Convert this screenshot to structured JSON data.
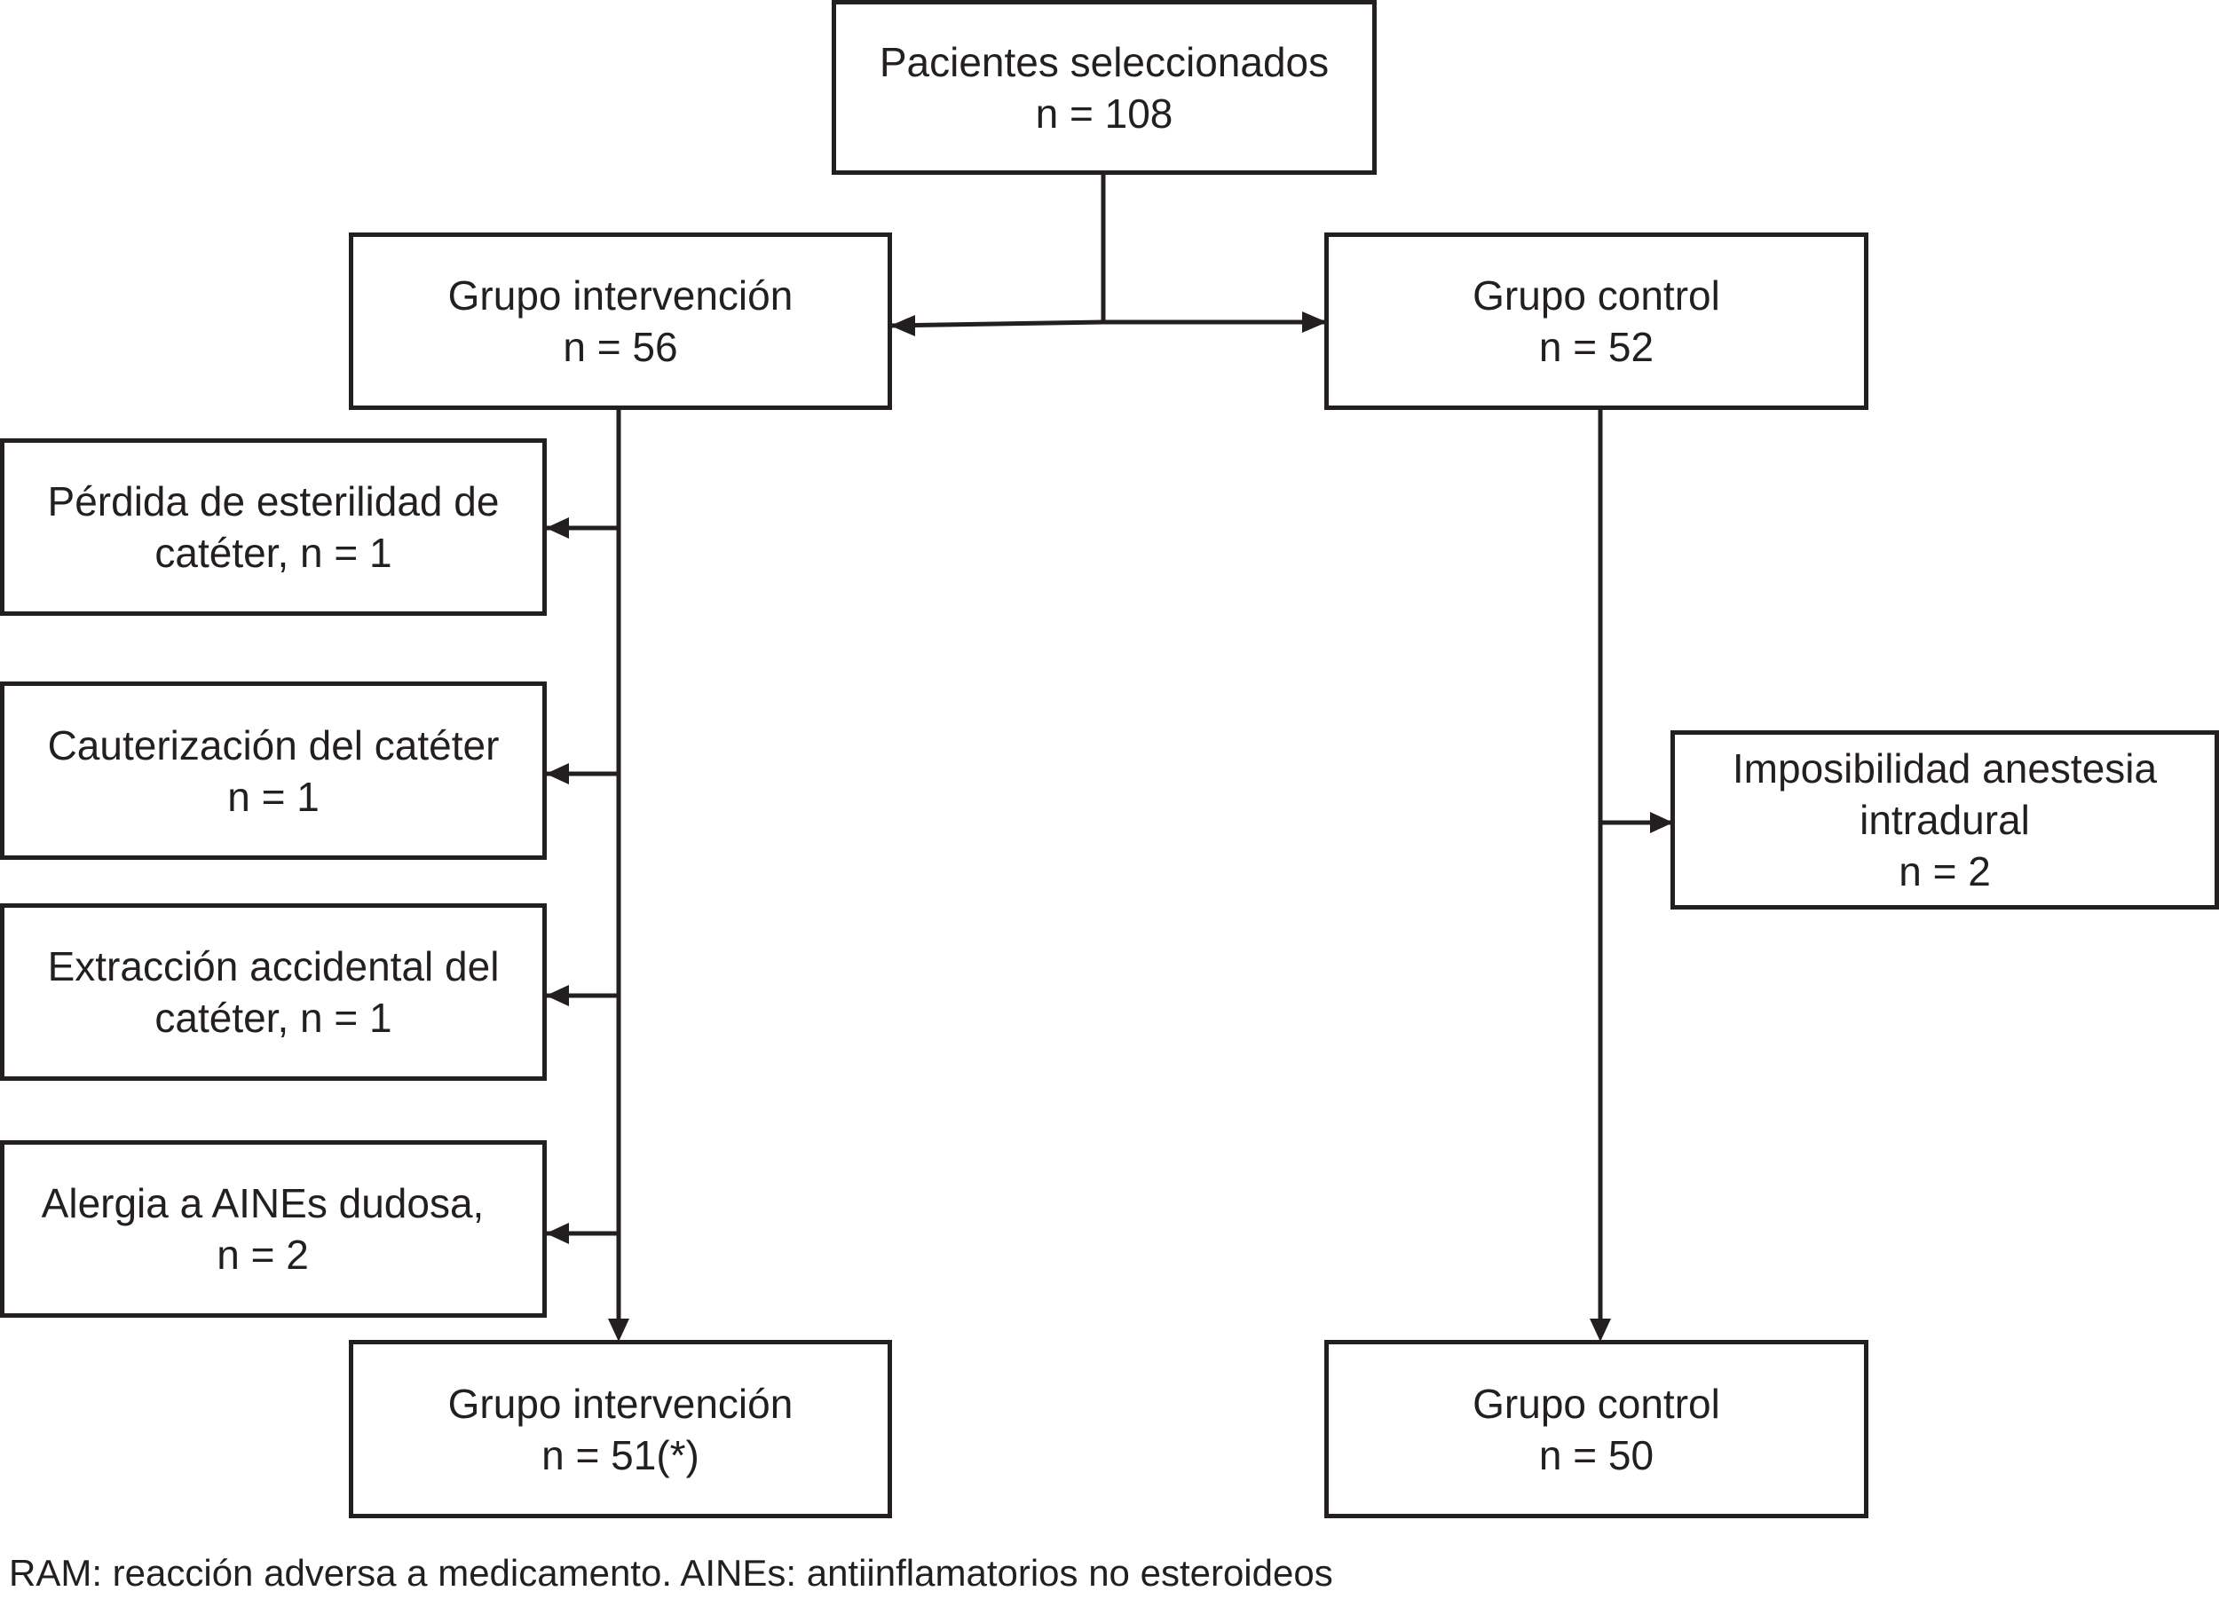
{
  "nodes": {
    "selected": {
      "lines": [
        "Pacientes seleccionados",
        "n = 108"
      ]
    },
    "intervention": {
      "lines": [
        "Grupo intervención",
        "n = 56"
      ]
    },
    "control": {
      "lines": [
        "Grupo control",
        "n = 52"
      ]
    },
    "excl_sterility": {
      "lines": [
        "Pérdida de esterilidad de",
        "catéter, n = 1"
      ]
    },
    "excl_cauter": {
      "lines": [
        "Cauterización del catéter",
        "n = 1"
      ]
    },
    "excl_extraction": {
      "lines": [
        "Extracción accidental del",
        "catéter, n = 1"
      ]
    },
    "excl_allergy": {
      "lines": [
        "Alergia a AINEs dudosa,",
        "n = 2"
      ]
    },
    "excl_anesthesia": {
      "lines": [
        "Imposibilidad anestesia",
        "intradural",
        "n = 2"
      ]
    },
    "intervention_final": {
      "lines": [
        "Grupo intervención",
        "n = 51(*)"
      ]
    },
    "control_final": {
      "lines": [
        "Grupo control",
        "n = 50"
      ]
    }
  },
  "edges": [
    {
      "from": "selected",
      "to": "intervention"
    },
    {
      "from": "selected",
      "to": "control"
    },
    {
      "from": "intervention",
      "to": "excl_sterility"
    },
    {
      "from": "intervention",
      "to": "excl_cauter"
    },
    {
      "from": "intervention",
      "to": "excl_extraction"
    },
    {
      "from": "intervention",
      "to": "excl_allergy"
    },
    {
      "from": "intervention",
      "to": "intervention_final"
    },
    {
      "from": "control",
      "to": "excl_anesthesia"
    },
    {
      "from": "control",
      "to": "control_final"
    }
  ],
  "footnote": "RAM: reacción adversa a medicamento. AINEs: antiinflamatorios no esteroideos"
}
